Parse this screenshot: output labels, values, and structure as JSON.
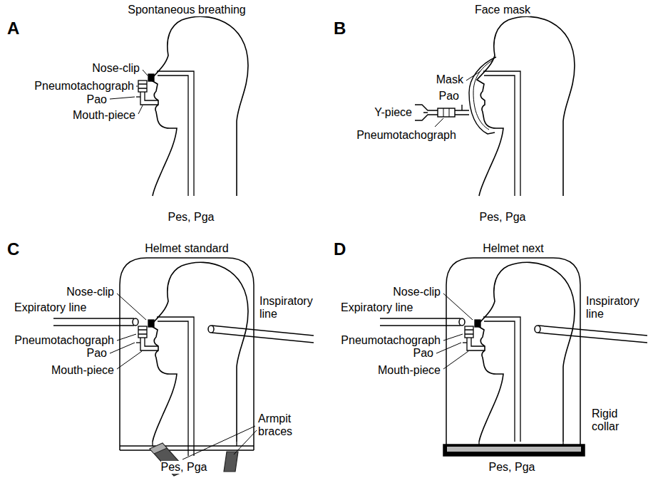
{
  "diagram": {
    "labels": [
      "A",
      "Spontaneous breathing",
      "Nose-clip",
      "Pneumotachograph",
      "Pao",
      "Mouth-piece",
      "Pes, Pga",
      "B",
      "Face mask",
      "Mask",
      "Pao",
      "Y-piece",
      "Pneumotachograph",
      "Pes, Pga",
      "C",
      "Helmet standard",
      "Nose-clip",
      "Expiratory line",
      "Inspiratory line",
      "Pneumotachograph",
      "Pao",
      "Mouth-piece",
      "Armpit braces",
      "Pes, Pga",
      "D",
      "Helmet next",
      "Nose-clip",
      "Expiratory line",
      "Inspiratory line",
      "Pneumotachograph",
      "Pao",
      "Mouth-piece",
      "Rigid collar",
      "Pes, Pga"
    ]
  }
}
